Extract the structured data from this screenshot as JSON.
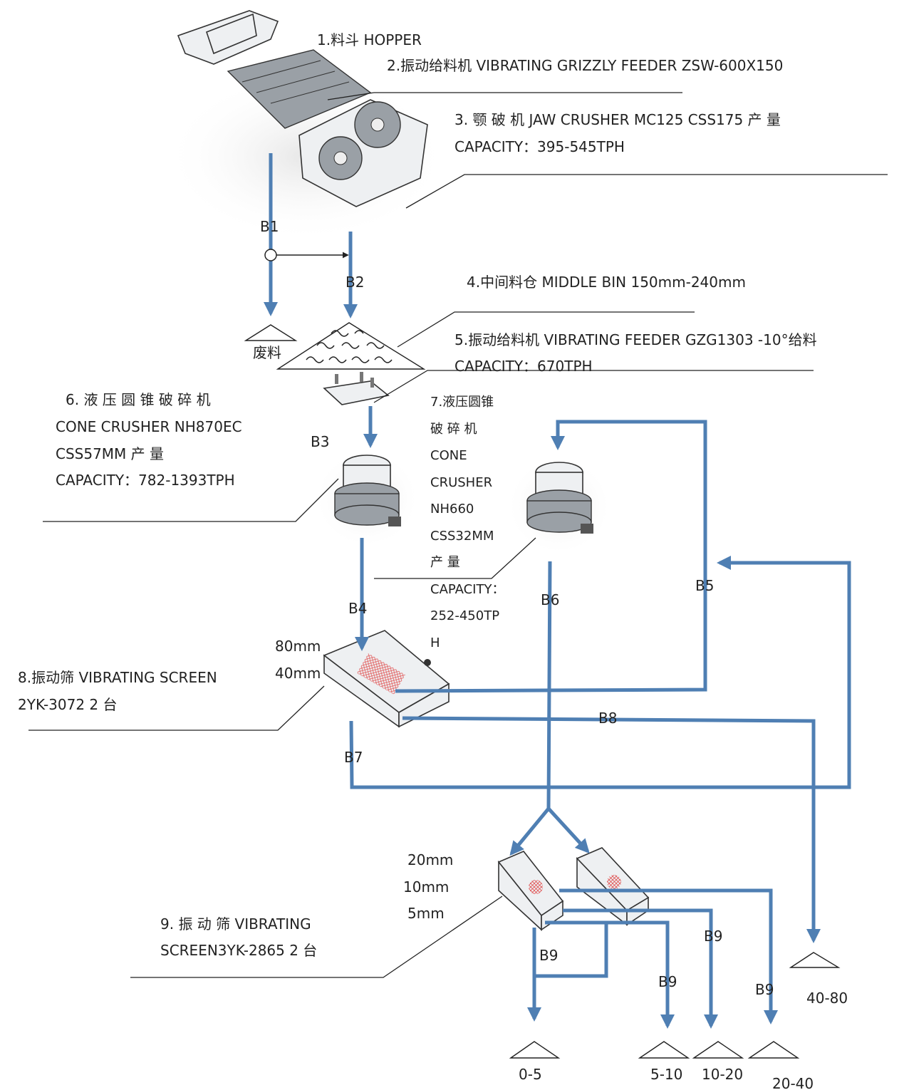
{
  "colors": {
    "flow": "#4f7fb3",
    "text": "#222222",
    "mesh": "#e05050"
  },
  "labels": {
    "hopper": "1.料斗  HOPPER",
    "grizzly": "2.振动给料机 VIBRATING GRIZZLY FEEDER    ZSW-600X150",
    "jaw_line1": "3. 颚 破 机   JAW     CRUSHER    MC125    CSS175    产 量",
    "jaw_line2": "CAPACITY：395-545TPH",
    "middle_bin": "4.中间料仓 MIDDLE BIN 150mm-240mm",
    "feeder_line1": "5.振动给料机   VIBRATING   FEEDER   GZG1303     -10°给料",
    "feeder_line2": "CAPACITY：670TPH",
    "cone1_line1": "6. 液 压 圆 锥 破 碎 机",
    "cone1_line2": "CONE   CRUSHER   NH870EC",
    "cone1_line3": "CSS57MM                产      量",
    "cone1_line4": "CAPACITY：782-1393TPH",
    "cone2_lines": [
      "7.液压圆锥",
      "破    碎    机",
      "CONE",
      "CRUSHER",
      "NH660",
      "CSS32MM",
      "产          量",
      "CAPACITY：",
      "252-450TP",
      "H"
    ],
    "screen1_line1": "8.振动筛 VIBRATING  SCREEN",
    "screen1_line2": "2YK-3072    2 台",
    "screen2_line1": "9.   振    动    筛      VIBRATING",
    "screen2_line2": "SCREEN3YK-2865    2 台",
    "waste": "废料",
    "deck1_top": "80mm",
    "deck1_bottom": "40mm",
    "deck2_top": "20mm",
    "deck2_mid": "10mm",
    "deck2_bottom": "5mm"
  },
  "belts": {
    "b1": "B1",
    "b2": "B2",
    "b3": "B3",
    "b4": "B4",
    "b5": "B5",
    "b6": "B6",
    "b7": "B7",
    "b8": "B8",
    "b9a": "B9",
    "b9b": "B9",
    "b9c": "B9",
    "b9d": "B9"
  },
  "outputs": {
    "o40_80": "40-80",
    "o0_5": "0-5",
    "o5_10": "5-10",
    "o10_20": "10-20",
    "o20_40": "20-40"
  }
}
